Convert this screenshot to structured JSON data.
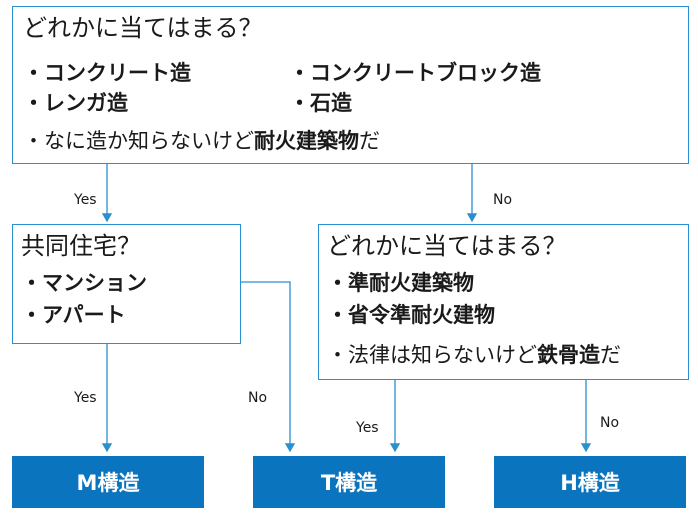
{
  "top": {
    "question": "どれかに当てはまる？",
    "items": [
      "・コンクリート造",
      "・コンクリートブロック造",
      "・レンガ造",
      "・石造"
    ],
    "note_prefix": "・なに造か知らないけど",
    "note_bold": "耐火建築物",
    "note_suffix": "だ"
  },
  "left": {
    "question": "共同住宅？",
    "items": [
      "・マンション",
      "・アパート"
    ]
  },
  "right": {
    "question": "どれかに当てはまる？",
    "items": [
      "・準耐火建築物",
      "・省令準耐火建物"
    ],
    "note_prefix": "・法律は知らないけど",
    "note_bold": "鉄骨造",
    "note_suffix": "だ"
  },
  "labels": {
    "top_yes": "Yes",
    "top_no": "No",
    "left_yes": "Yes",
    "left_no": "No",
    "right_yes": "Yes",
    "right_no": "No"
  },
  "results": {
    "m": "M構造",
    "t": "T構造",
    "h": "H構造"
  },
  "colors": {
    "border": "#2a8fd0",
    "result_fill": "#0a74bf",
    "arrow": "#2a8fd0"
  }
}
